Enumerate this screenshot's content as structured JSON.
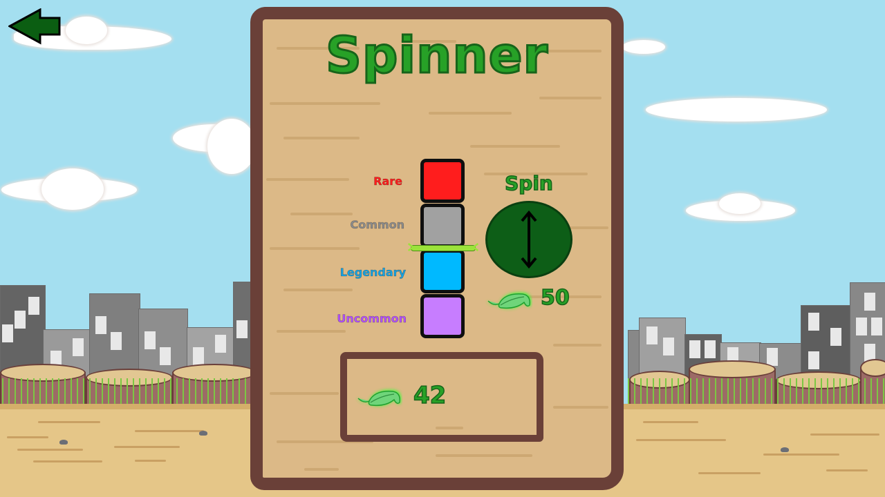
{
  "screen": {
    "title": "Spinner"
  },
  "navigation": {
    "back_icon": "back-arrow-icon",
    "back_color": "#0b5e12"
  },
  "spinner": {
    "slots": [
      {
        "label": "Rare",
        "color": "#ff1d1d",
        "label_color": "#ff1d1d"
      },
      {
        "label": "Common",
        "color": "#a1a1a1",
        "label_color": "#8c8c8c"
      },
      {
        "label": "Legendary",
        "color": "#00b9ff",
        "label_color": "#17a3e3"
      },
      {
        "label": "Uncommon",
        "color": "#c77dff",
        "label_color": "#b352ff"
      }
    ],
    "marker_color": "#9be33a"
  },
  "spin": {
    "label": "Spin",
    "button_icon": "up-down-arrow-icon",
    "button_color": "#0d5e17",
    "cost": "50",
    "cost_icon": "leaf-icon"
  },
  "wallet": {
    "currency_icon": "leaf-icon",
    "balance": "42"
  }
}
